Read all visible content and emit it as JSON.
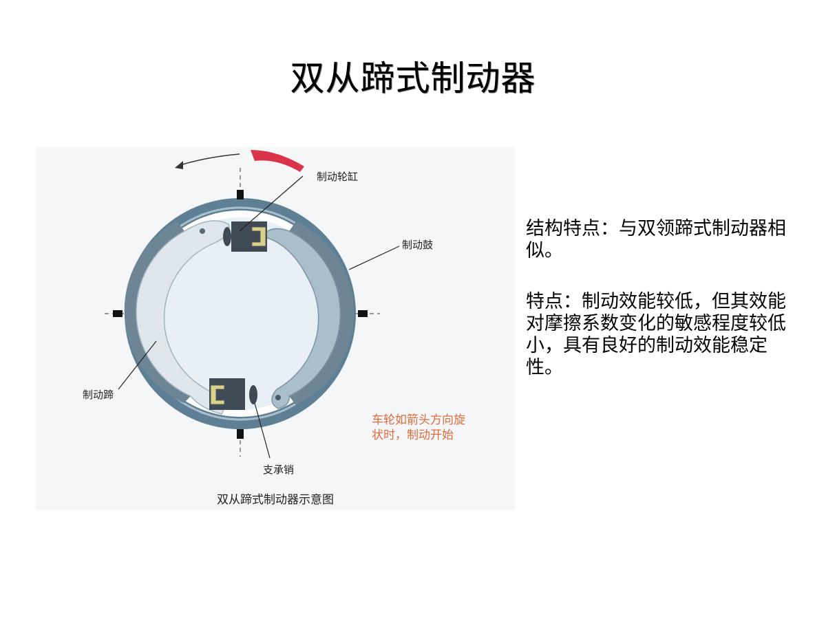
{
  "slide": {
    "title": "双从蹄式制动器"
  },
  "diagram": {
    "caption": "双从蹄式制动器示意图",
    "labels": {
      "wheel_cylinder": "制动轮缸",
      "drum": "制动鼓",
      "shoe": "制动蹄",
      "support_pin": "支承销"
    },
    "note_lines": [
      "车轮如箭头方向旋",
      "状时，制动开始"
    ],
    "colors": {
      "drum": "#5f7f94",
      "drum_light": "#a9bfcc",
      "shoe_lining": "#6e8595",
      "shoe_web": "#dfe7ed",
      "arrow_red": "#d9344a",
      "note": "#e06b3b",
      "cylinder": "#3f4a54",
      "cup": "#d9d28a"
    }
  },
  "text": {
    "structure": "结构特点：与双领蹄式制动器相似。",
    "features": "特点：制动效能较低，但其效能对摩擦系数变化的敏感程度较低小，具有良好的制动效能稳定性。"
  }
}
